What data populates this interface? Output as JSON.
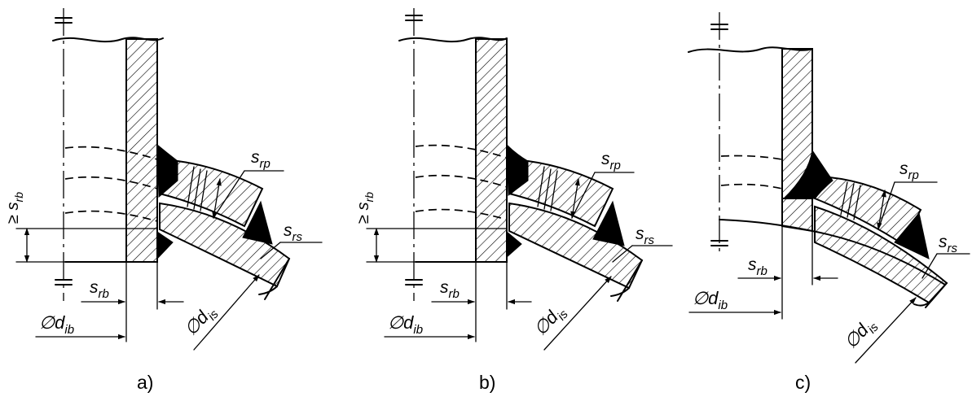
{
  "colors": {
    "ink": "#000000",
    "paper": "#ffffff"
  },
  "panels": {
    "a": {
      "caption": "a)",
      "s_rp": "s",
      "s_rp_sub": "rp",
      "s_rs": "s",
      "s_rs_sub": "rs",
      "s_rb": "s",
      "s_rb_sub": "rb",
      "ge_srb": "≥ s",
      "ge_srb_sub": "rb",
      "d_is": "∅d",
      "d_is_sub": "is",
      "d_ib": "∅d",
      "d_ib_sub": "ib"
    },
    "b": {
      "caption": "b)",
      "s_rp": "s",
      "s_rp_sub": "rp",
      "s_rs": "s",
      "s_rs_sub": "rs",
      "s_rb": "s",
      "s_rb_sub": "rb",
      "ge_srb": "≥ s",
      "ge_srb_sub": "rb",
      "d_is": "∅d",
      "d_is_sub": "is",
      "d_ib": "∅d",
      "d_ib_sub": "ib"
    },
    "c": {
      "caption": "c)",
      "s_rp": "s",
      "s_rp_sub": "rp",
      "s_rs": "s",
      "s_rs_sub": "rs",
      "s_rb": "s",
      "s_rb_sub": "rb",
      "d_is": "∅d",
      "d_is_sub": "is",
      "d_ib": "∅d",
      "d_ib_sub": "ib"
    }
  }
}
